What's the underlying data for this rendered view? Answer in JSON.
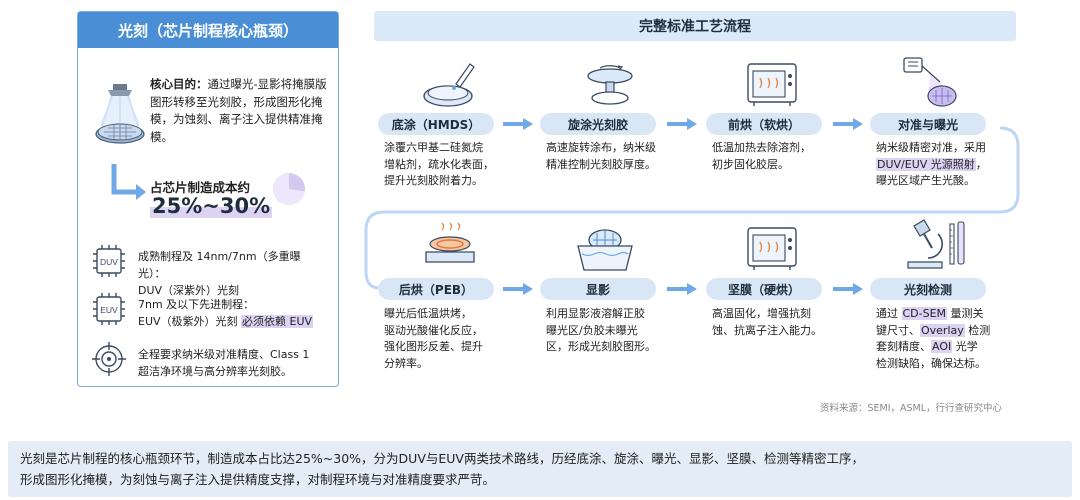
{
  "left": {
    "title": "光刻（芯片制程核心瓶颈）",
    "purpose_title": "核心目的：",
    "purpose_body": "通过曝光-显影将掩膜版图形转移至光刻胶，形成图形化掩模，为蚀刻、离子注入提供精准掩模。",
    "cost_label": "占芯片制造成本约",
    "cost_value": "25%~30%",
    "cost_fraction": 0.275,
    "specs": [
      {
        "icon": "duv-chip-icon",
        "icon_text": "DUV",
        "line1": "成熟制程及 14nm/7nm（多重曝光）：",
        "line2": "DUV（深紫外）光刻",
        "highlight": ""
      },
      {
        "icon": "euv-chip-icon",
        "icon_text": "EUV",
        "line1": "7nm 及以下先进制程：",
        "line2": "EUV（极紫外）光刻",
        "highlight": "必须依赖 EUV"
      },
      {
        "icon": "target-icon",
        "icon_text": "",
        "line1": "全程要求纳米级对准精度、Class 1",
        "line2": "超洁净环境与高分辨率光刻胶。",
        "highlight": ""
      }
    ]
  },
  "flow": {
    "title": "完整标准工艺流程",
    "steps": [
      {
        "label": "底涂（HMDS）",
        "desc": [
          "涂覆六甲基二硅氮烷",
          "增粘剂，疏水化表面，",
          "提升光刻胶附着力。"
        ]
      },
      {
        "label": "旋涂光刻胶",
        "desc": [
          "高速旋转涂布，纳米级",
          "精准控制光刻胶厚度。"
        ]
      },
      {
        "label": "前烘（软烘）",
        "desc": [
          "低温加热去除溶剂，",
          "初步固化胶层。"
        ]
      },
      {
        "label": "对准与曝光",
        "desc": [
          "纳米级精密对准，采用",
          "DUV/EUV 光源照射，",
          "曝光区域产生光酸。"
        ]
      },
      {
        "label": "后烘（PEB）",
        "desc": [
          "曝光后低温烘烤，",
          "驱动光酸催化反应，",
          "强化图形反差、提升",
          "分辨率。"
        ]
      },
      {
        "label": "显影",
        "desc": [
          "利用显影液溶解正胶",
          "曝光区/负胶未曝光",
          "区，形成光刻胶图形。"
        ]
      },
      {
        "label": "坚膜（硬烘）",
        "desc": [
          "高温固化，增强抗刻",
          "蚀、抗离子注入能力。"
        ]
      },
      {
        "label": "光刻检测",
        "desc": [
          "通过 CD-SEM 量测关",
          "键尺寸、Overlay 检测",
          "套刻精度、AOI 光学",
          "检测缺陷，确保达标。"
        ]
      }
    ]
  },
  "footnote": "资料来源：SEMI，ASML，行行查研究中心",
  "caption": {
    "line1": "光刻是芯片制程的核心瓶颈环节，制造成本占比达25%~30%，分为DUV与EUV两类技术路线，历经底涂、旋涂、曝光、显影、坚膜、检测等精密工序，",
    "line2": "形成图形化掩模，为刻蚀与离子注入提供精度支撑，对制程环境与对准精度要求严苛。"
  },
  "colors": {
    "accent": "#4a8fd6",
    "arrow": "#6fa8e6",
    "highlight": "#dcd3f4",
    "label_bg": "#d8e6f6"
  }
}
